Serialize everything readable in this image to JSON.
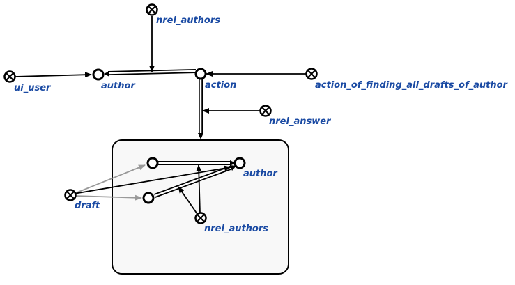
{
  "colors": {
    "label": "#1a4aa3",
    "edge": "#000000",
    "edge_faded": "#999999",
    "contour_fill": "#f8f8f8",
    "contour_stroke": "#000000"
  },
  "nodes": {
    "nrel_authors_top": "nrel_authors",
    "ui_user": "ui_user",
    "author_top": "author",
    "action": "action",
    "action_of_finding": "action_of_finding_all_drafts_of_author",
    "nrel_answer": "nrel_answer",
    "draft": "draft",
    "author_inner": "author",
    "nrel_authors_inner": "nrel_authors"
  }
}
